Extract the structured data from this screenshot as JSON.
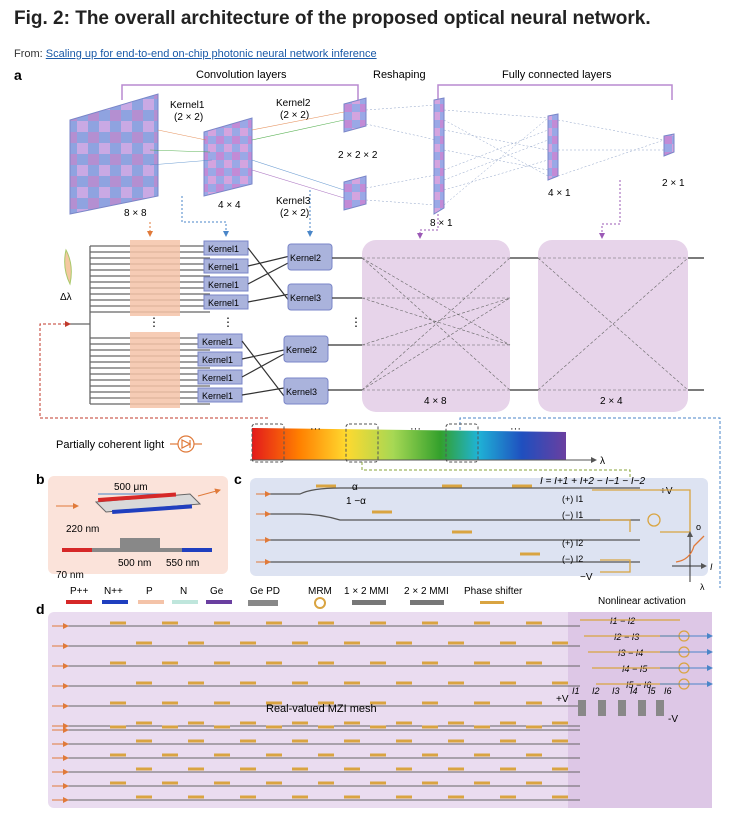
{
  "title": "Fig. 2: The overall architecture of the proposed optical neural network.",
  "from": {
    "prefix": "From: ",
    "link": "Scaling up for end-to-end on-chip photonic neural network inference"
  },
  "panel_a": {
    "label": "a",
    "section_conv": "Convolution layers",
    "section_reshape": "Reshaping",
    "section_fc": "Fully connected layers",
    "kernel1_name": "Kernel1",
    "kernel1_size": "(2 × 2)",
    "kernel2_name": "Kernel2",
    "kernel2_size": "(2 × 2)",
    "kernel3_name": "Kernel3",
    "kernel3_size": "(2 × 2)",
    "dim_8x8": "8 × 8",
    "dim_4x4": "4 × 4",
    "dim_2x2x2": "2 × 2 × 2",
    "dim_8x1": "8 × 1",
    "dim_4x1": "4 × 1",
    "dim_2x1": "2 × 1",
    "chip_kernels_top": [
      "Kernel1",
      "Kernel1",
      "Kernel1",
      "Kernel1"
    ],
    "chip_kernels_bottom": [
      "Kernel1",
      "Kernel1",
      "Kernel1",
      "Kernel1"
    ],
    "k2": "Kernel2",
    "k3": "Kernel3",
    "mesh_4x8": "4 × 8",
    "mesh_2x4": "2 × 4",
    "delta_lambda": "Δλ",
    "source_label": "Partially coherent light",
    "lambda": "λ",
    "dots": "···",
    "vdots": "⋮"
  },
  "panel_b": {
    "label": "b",
    "dim_500um": "500 μm",
    "dim_220nm": "220 nm",
    "dim_70nm": "70 nm",
    "dim_500nm": "500 nm",
    "dim_550nm": "550 nm"
  },
  "panel_c": {
    "label": "c",
    "alpha": "α",
    "one_minus_alpha": "1 −α",
    "eq": "I = I+1 + I+2 − I−1 − I−2",
    "plus_v": "+V",
    "minus_v": "−V",
    "i_plus1": "(+) I1",
    "i_minus1": "(−) I1",
    "i_plus2": "(+) I2",
    "i_minus2": "(−) I2",
    "axis_o": "o",
    "axis_i": "I",
    "axis_lambda": "λ"
  },
  "legend": {
    "items": [
      "P++",
      "N++",
      "P",
      "N",
      "Ge",
      "Ge PD",
      "MRM",
      "1 × 2 MMI",
      "2 × 2 MMI",
      "Phase shifter"
    ],
    "colors": {
      "P++": "#d62828",
      "N++": "#1f3fbf",
      "P": "#f4c3a8",
      "N": "#bfe6dc",
      "Ge": "#6a3fa0"
    }
  },
  "panel_d": {
    "label": "d",
    "title_nonlinear": "Nonlinear activation",
    "mesh_label": "Real-valued MZI mesh",
    "diffs": [
      "I1 − I2",
      "I2 − I3",
      "I3 − I4",
      "I4 − I5",
      "I5 − I6"
    ],
    "currents": [
      "I1",
      "I2",
      "I3",
      "I4",
      "I5",
      "I6"
    ],
    "plus_v": "+V",
    "minus_v": "-V"
  },
  "colors": {
    "purple_region": "#e7d4ea",
    "chip_bg": "#dde3f2",
    "kernel_box": "#aab3dc",
    "gold": "#d9a441",
    "arrow_orange": "#e07a3a"
  }
}
